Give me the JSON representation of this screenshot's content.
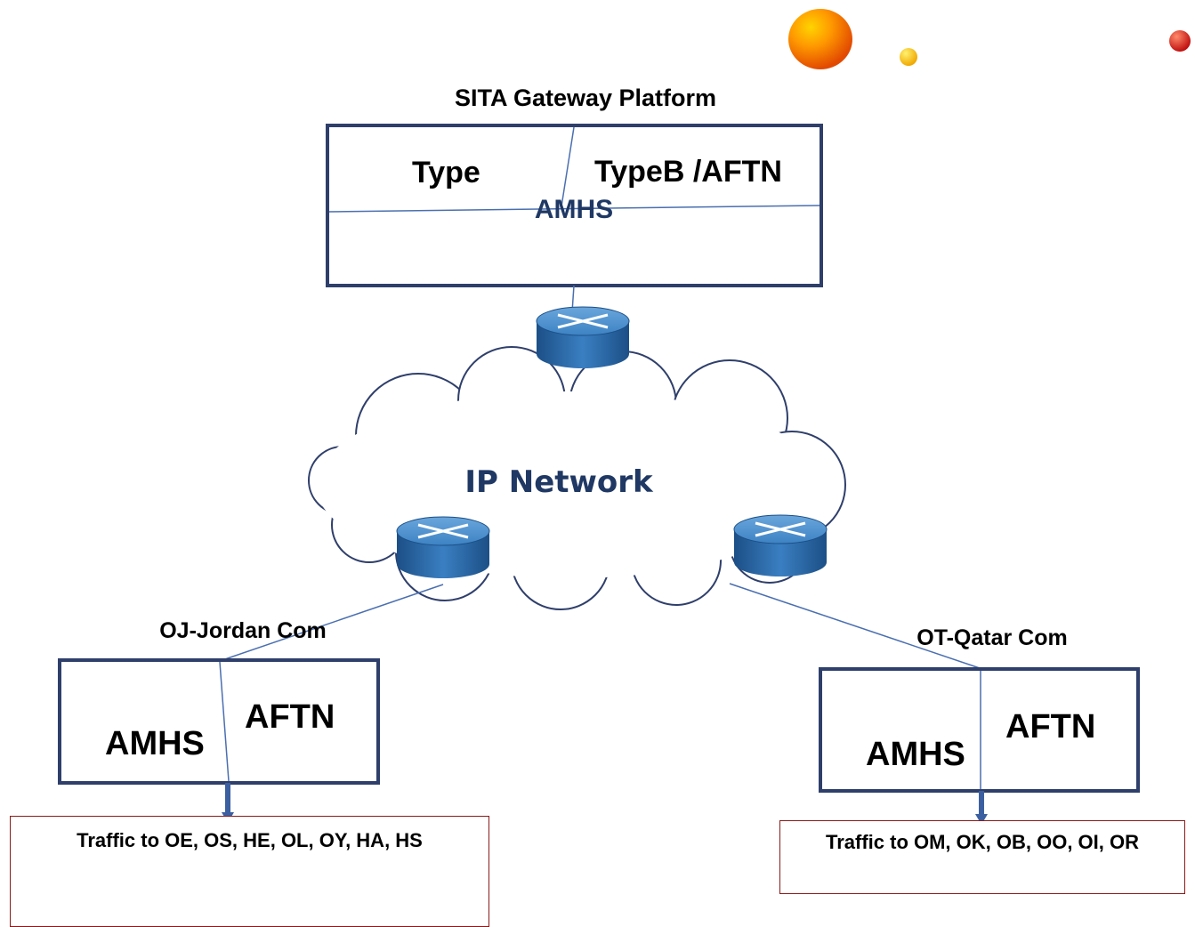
{
  "gateway": {
    "title": "SITA  Gateway Platform",
    "left_label": "Type",
    "right_label": "TypeB /AFTN",
    "center_label": "AMHS"
  },
  "network": {
    "label": "IP Network"
  },
  "jordan": {
    "title": "OJ-Jordan Com",
    "amhs_label": "AMHS",
    "aftn_label": "AFTN",
    "traffic": "Traffic to OE, OS, HE, OL, OY, HA, HS"
  },
  "qatar": {
    "title": "OT-Qatar Com",
    "amhs_label": "AMHS",
    "aftn_label": "AFTN",
    "traffic": "Traffic to OM, OK, OB, OO, OI, OR"
  },
  "colors": {
    "box_border": "#2f3f6b",
    "link_line": "#4a6fb0",
    "router": "#2f6faa",
    "traffic_border": "#8b1a1a",
    "arrow": "#3b5fa0",
    "network_text": "#1f3864"
  }
}
